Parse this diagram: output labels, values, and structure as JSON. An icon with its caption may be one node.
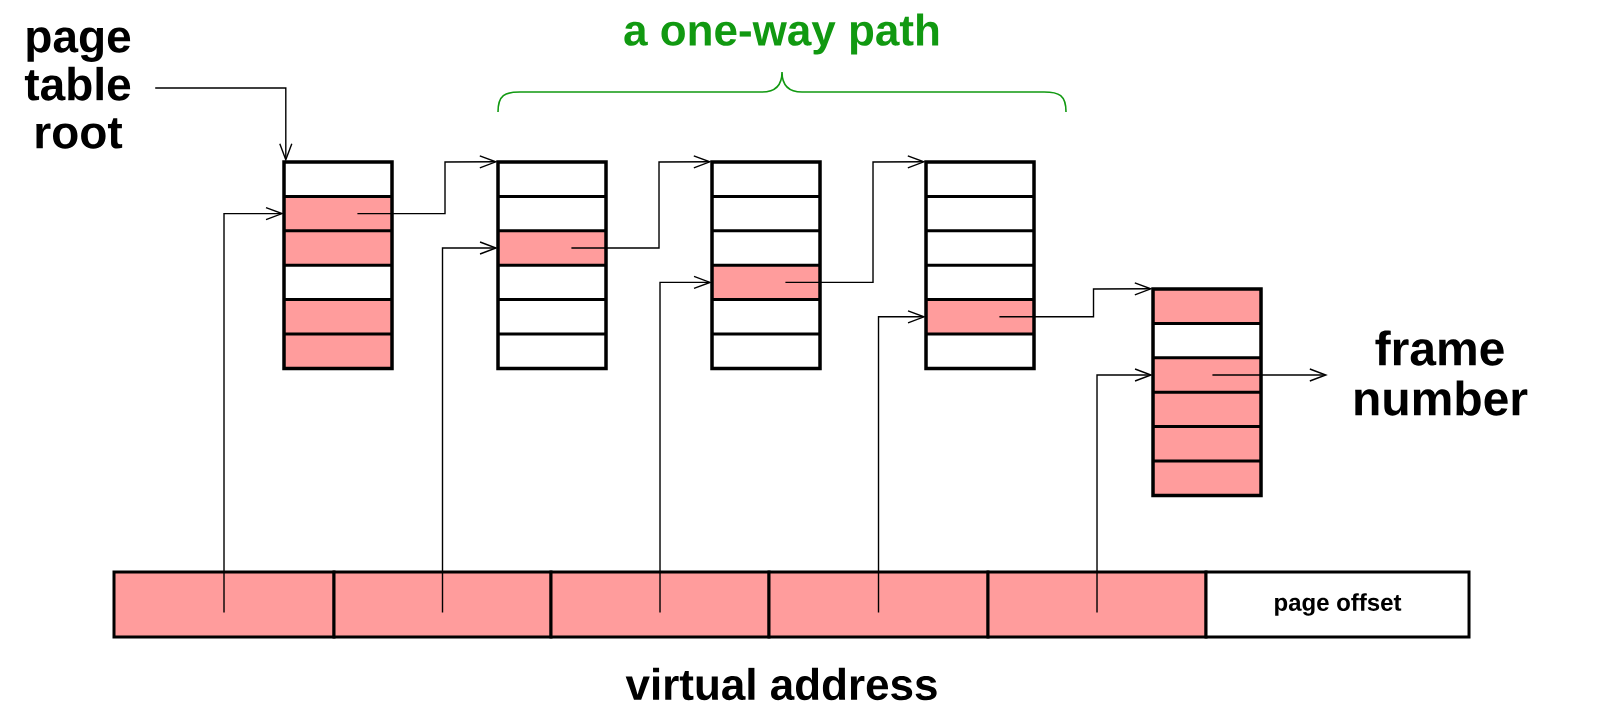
{
  "diagram": {
    "nodes": [
      {
        "text": [
          "page table root"
        ]
      },
      {
        "text": [],
        "shape": "table"
      },
      {
        "text": [],
        "shape": "table"
      },
      {
        "text": [],
        "shape": "table"
      },
      {
        "text": [],
        "shape": "table"
      },
      {
        "text": [],
        "shape": "table"
      },
      {
        "text": [
          "frame number"
        ]
      },
      {
        "text": [],
        "shape": "box"
      },
      {
        "text": [],
        "shape": "box"
      },
      {
        "text": [],
        "shape": "box"
      },
      {
        "text": [],
        "shape": "box"
      },
      {
        "text": [],
        "shape": "box"
      },
      {
        "text": [
          "page offset"
        ]
      }
    ],
    "edges": [
      {
        "from": 0,
        "to": 1,
        "arrow": "to"
      },
      {
        "from": 1,
        "to": 2,
        "arrow": "to"
      },
      {
        "from": 2,
        "to": 3,
        "arrow": "to"
      },
      {
        "from": 3,
        "to": 4,
        "arrow": "to"
      },
      {
        "from": 4,
        "to": 5,
        "arrow": "to"
      },
      {
        "from": 7,
        "to": 1,
        "arrow": "to"
      },
      {
        "from": 8,
        "to": 2,
        "arrow": "to"
      },
      {
        "from": 9,
        "to": 3,
        "arrow": "to"
      },
      {
        "from": 10,
        "to": 4,
        "arrow": "to"
      },
      {
        "from": 11,
        "to": 5,
        "arrow": "to"
      },
      {
        "from": 5,
        "to": 6,
        "arrow": "to"
      }
    ],
    "labels": [
      "a one-way path",
      "virtual address"
    ]
  }
}
